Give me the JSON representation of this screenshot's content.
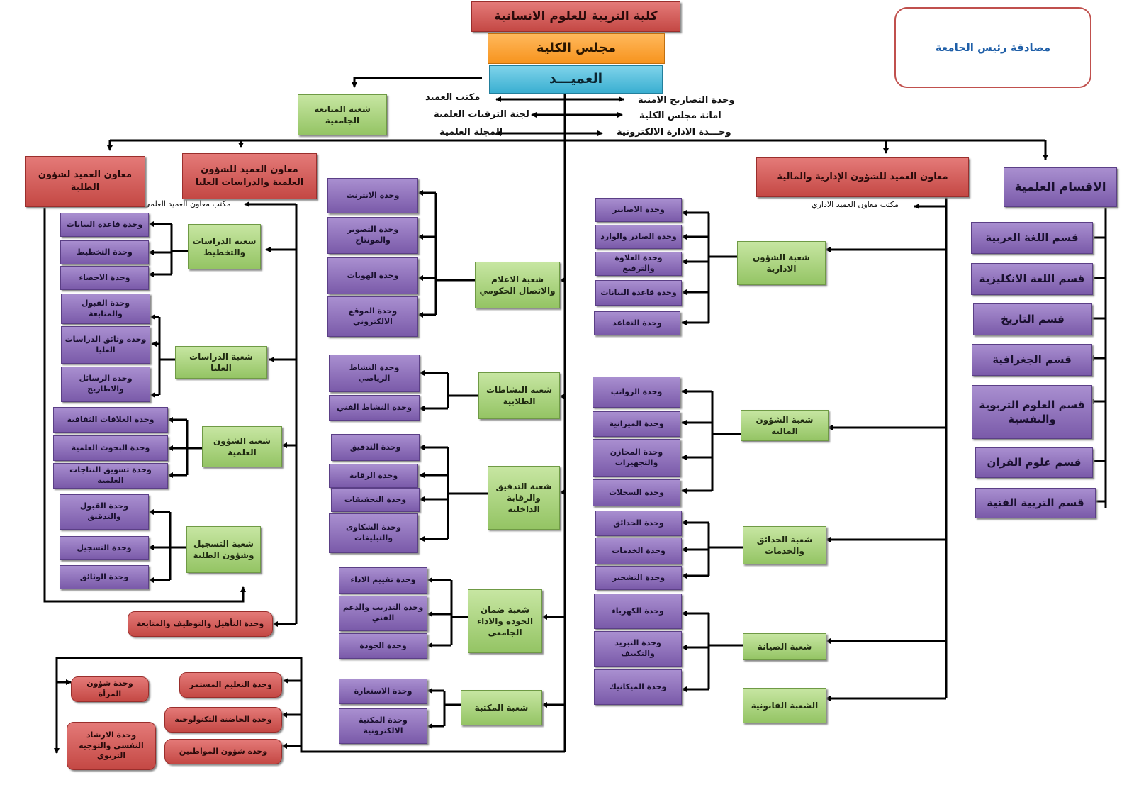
{
  "header": {
    "college": "كلية التربية للعلوم الانسانية",
    "council": "مجلس الكلية",
    "dean": "العميـــد",
    "approval": "مصادقة رئيس الجامعة"
  },
  "dean_links": {
    "left": [
      "مكتب العميد",
      "لجنة الترقيات العلمية",
      "المجلة العلمية"
    ],
    "right": [
      "وحدة التصاريح الامنية",
      "امانة مجلس الكلية",
      "وحـــدة الادارة الالكترونية"
    ],
    "followup": "شعبة المتابعة الجامعية"
  },
  "scientific_departments": {
    "title": "الاقسام العلمية",
    "items": [
      "قسم اللغة العربية",
      "قسم اللغة الانكليزية",
      "قسم التاريخ",
      "قسم الجغرافية",
      "قسم العلوم التربوية والنفسية",
      "قسم علوم القران",
      "قسم التربية الفنية"
    ]
  },
  "admin_assistant": {
    "title": "معاون العميد للشؤون الإدارية والمالية",
    "office": "مكتب معاون العميد الاداري",
    "admin_affairs": {
      "name": "شعبة الشؤون الادارية",
      "units": [
        "وحدة الاضابير",
        "وحدة الصادر والوارد",
        "وحدة العلاوة والترفيع",
        "وحدة قاعدة البيانات",
        "وحدة التقاعد"
      ]
    },
    "financial_affairs": {
      "name": "شعبة الشؤون المالية",
      "units": [
        "وحدة الرواتب",
        "وحدة الميزانية",
        "وحدة المخازن والتجهيزات",
        "وحدة السجلات"
      ]
    },
    "gardens": {
      "name": "شعبة الحدائق والخدمات",
      "units": [
        "وحدة الحدائق",
        "وحدة الخدمات",
        "وحدة التشجير"
      ]
    },
    "maintenance": {
      "name": "شعبة الصيانة",
      "units": [
        "وحدة الكهرباء",
        "وحدة التبريد والتكييف",
        "وحدة الميكانيك"
      ]
    },
    "legal": "الشعبة القانونية"
  },
  "center": {
    "media": {
      "name": "شعبة الاعلام والاتصال الحكومي",
      "units": [
        "وحدة الانترنت",
        "وحدة التصوير والمونتاج",
        "وحدة الهويات",
        "وحدة الموقع الالكتروني"
      ]
    },
    "activities": {
      "name": "شعبة النشاطات الطلابية",
      "units": [
        "وحدة النشاط الرياضي",
        "وحدة النشاط الفني"
      ]
    },
    "audit": {
      "name": "شعبة التدقيق والرقابة الداخلية",
      "units": [
        "وحدة التدقيق",
        "وحدة الرقابة",
        "وحدة التحقيقات",
        "وحدة الشكاوى والتبليغات"
      ]
    },
    "quality": {
      "name": "شعبة ضمان الجودة والاداء الجامعي",
      "units": [
        "وحدة تقييم الاداء",
        "وحدة التدريب والدعم الفني",
        "وحدة الجودة"
      ]
    },
    "library": {
      "name": "شعبة المكتبة",
      "units": [
        "وحدة الاستعارة",
        "وحدة المكتبة الالكترونية"
      ]
    }
  },
  "scientific_assistant": {
    "title": "معاون العميد للشؤون العلمية والدراسات العليا",
    "office": "مكتب معاون العميد العلمي",
    "planning": {
      "name": "شعبة الدراسات والتخطيط",
      "units": [
        "وحدة قاعدة البيانات",
        "وحدة التخطيط",
        "وحدة الاحصاء"
      ]
    },
    "postgrad": {
      "name": "شعبة الدراسات العليا",
      "units": [
        "وحدة القبول والمتابعة",
        "وحدة وثائق الدراسات العليا",
        "وحدة الرسائل والاطاريح"
      ]
    },
    "sci_affairs": {
      "name": "شعبة الشؤون العلمية",
      "units": [
        "وحدة العلاقات الثقافية",
        "وحدة البحوث العلمية",
        "وحدة تسويق النتاجات العلمية"
      ]
    },
    "qualification": "وحدة التأهيل والتوظيف والمتابعة"
  },
  "student_assistant": {
    "title": "معاون العميد لشؤون الطلبة",
    "registration": {
      "name": "شعبة التسجيل وشؤون الطلبة",
      "units": [
        "وحدة القبول والتدقيق",
        "وحدة التسجيل",
        "وحدة الوثائق"
      ]
    }
  },
  "bottom_units": [
    "وحدة التعليم المستمر",
    "وحدة الحاضنة التكنولوجية",
    "وحدة شؤون المواطنين",
    "وحدة شؤون المرأة",
    "وحدة الارشاد النفسي والتوجيه التربوي"
  ],
  "colors": {
    "purple": "#8b6dbd",
    "green": "#9bcb6a",
    "red": "#cf5552",
    "orange": "#f7941e",
    "blue": "#4bbbdc",
    "approval_border": "#c0504d",
    "approval_text": "#1f5fa8"
  }
}
